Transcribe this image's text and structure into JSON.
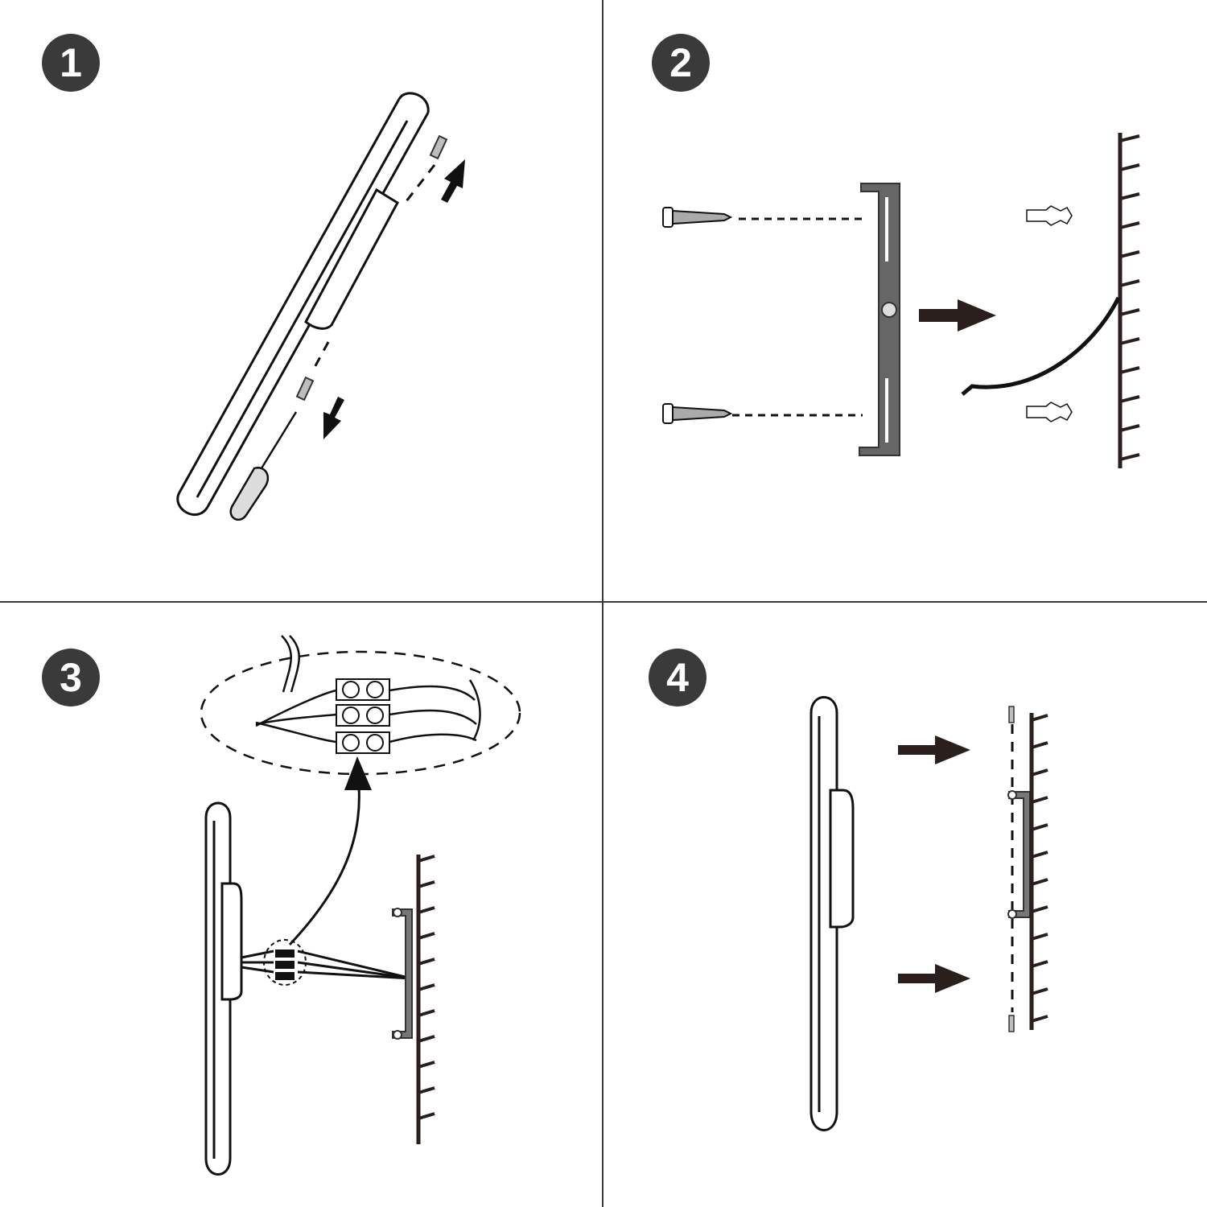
{
  "colors": {
    "badge": "#3a3a3a",
    "line": "#111111",
    "wall": "#2a1f1c",
    "bracket": "#666666"
  },
  "steps": [
    {
      "number": "1",
      "illustration": "fixture-back-screws-removal"
    },
    {
      "number": "2",
      "illustration": "bracket-wall-anchors"
    },
    {
      "number": "3",
      "illustration": "wire-connection-terminal-block"
    },
    {
      "number": "4",
      "illustration": "fixture-mount-to-bracket"
    }
  ]
}
